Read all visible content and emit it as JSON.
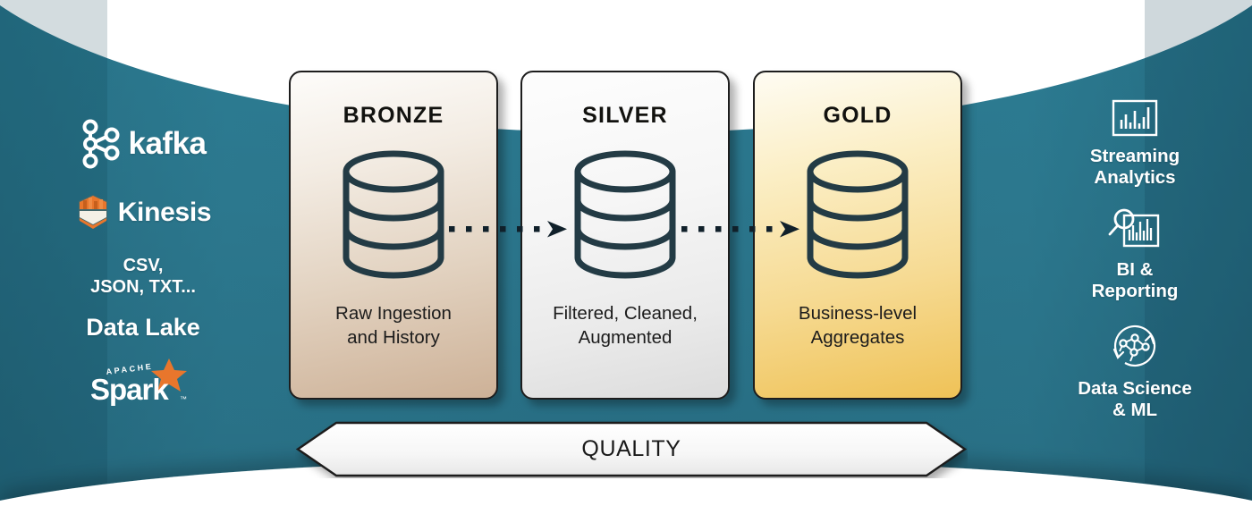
{
  "theme": {
    "teal": "#2a7389",
    "teal_dark": "#1d5d72",
    "ink": "#233b45",
    "orange": "#e8762c",
    "white": "#ffffff"
  },
  "sources": {
    "items": [
      {
        "id": "kafka",
        "label": "kafka",
        "icon": "kafka-logo-icon"
      },
      {
        "id": "kinesis",
        "label": "Kinesis",
        "icon": "aws-kinesis-logo-icon"
      },
      {
        "id": "formats",
        "label": "CSV,\nJSON, TXT...",
        "line1": "CSV,",
        "line2": "JSON, TXT...",
        "icon": null
      },
      {
        "id": "datalake",
        "label": "Data Lake",
        "icon": null
      },
      {
        "id": "spark",
        "label": "Spark",
        "sublabel": "APACHE",
        "icon": "apache-spark-logo-icon"
      }
    ]
  },
  "medallion": {
    "stages": [
      {
        "id": "bronze",
        "title": "BRONZE",
        "caption_line1": "Raw Ingestion",
        "caption_line2": "and History",
        "icon": "database-cylinder-icon",
        "accent": "#cdb197"
      },
      {
        "id": "silver",
        "title": "SILVER",
        "caption_line1": "Filtered, Cleaned,",
        "caption_line2": "Augmented",
        "icon": "database-cylinder-icon",
        "accent": "#dcdcdc"
      },
      {
        "id": "gold",
        "title": "GOLD",
        "caption_line1": "Business-level",
        "caption_line2": "Aggregates",
        "icon": "database-cylinder-icon",
        "accent": "#efc257"
      }
    ],
    "connectors": [
      {
        "id": "bronze-to-silver",
        "from": "bronze",
        "to": "silver",
        "style": "dotted-arrow"
      },
      {
        "id": "silver-to-gold",
        "from": "silver",
        "to": "gold",
        "style": "dotted-arrow"
      }
    ]
  },
  "consumers": {
    "items": [
      {
        "id": "streaming-analytics",
        "line1": "Streaming",
        "line2": "Analytics",
        "icon": "bar-chart-frame-icon"
      },
      {
        "id": "bi-reporting",
        "line1": "BI &",
        "line2": "Reporting",
        "icon": "magnifier-bar-chart-icon"
      },
      {
        "id": "data-science-ml",
        "line1": "Data Science",
        "line2": "& ML",
        "icon": "neural-network-circle-icon"
      }
    ]
  },
  "quality": {
    "label": "QUALITY",
    "direction": "bidirectional"
  }
}
